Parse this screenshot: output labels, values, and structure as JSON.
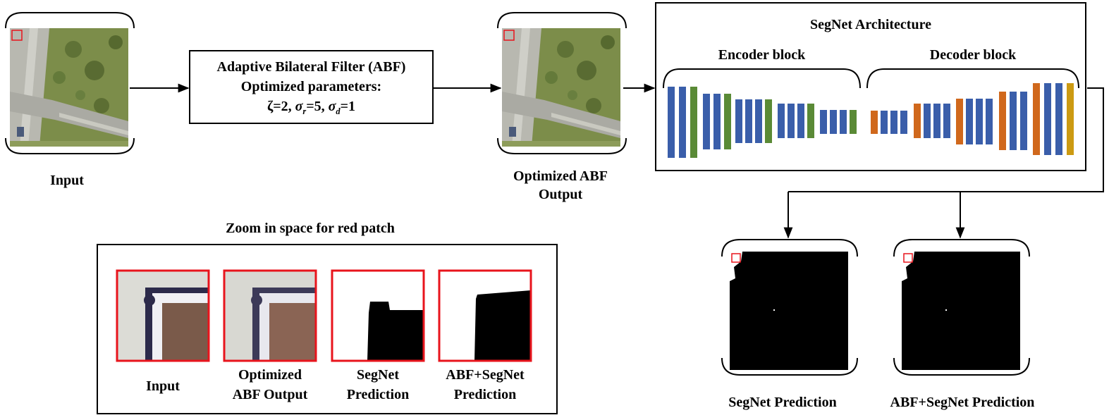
{
  "input": {
    "label": "Input"
  },
  "abf": {
    "title": "Adaptive Bilateral Filter (ABF)",
    "subtitle": "Optimized parameters:",
    "zeta": "ζ=2,",
    "sigma_r": "σ",
    "sigma_r_sub": "r",
    "sigma_r_val": "=5,",
    "sigma_d": "σ",
    "sigma_d_sub": "d",
    "sigma_d_val": "=1"
  },
  "abf_output": {
    "line1": "Optimized ABF",
    "line2": "Output"
  },
  "segnet": {
    "title": "SegNet Architecture",
    "encoder_label": "Encoder block",
    "decoder_label": "Decoder block"
  },
  "predictions": {
    "segnet": "SegNet Prediction",
    "abf_segnet": "ABF+SegNet Prediction"
  },
  "zoom": {
    "title": "Zoom in space for red patch",
    "items": [
      {
        "line1": "Input",
        "line2": ""
      },
      {
        "line1": "Optimized",
        "line2": "ABF Output"
      },
      {
        "line1": "SegNet",
        "line2": "Prediction"
      },
      {
        "line1": "ABF+SegNet",
        "line2": "Prediction"
      }
    ]
  },
  "colors": {
    "blue": "#3a5eaa",
    "green": "#5a8a36",
    "orange": "#d0681c",
    "gold": "#cc9a12",
    "patch_red": "#e8141c"
  }
}
